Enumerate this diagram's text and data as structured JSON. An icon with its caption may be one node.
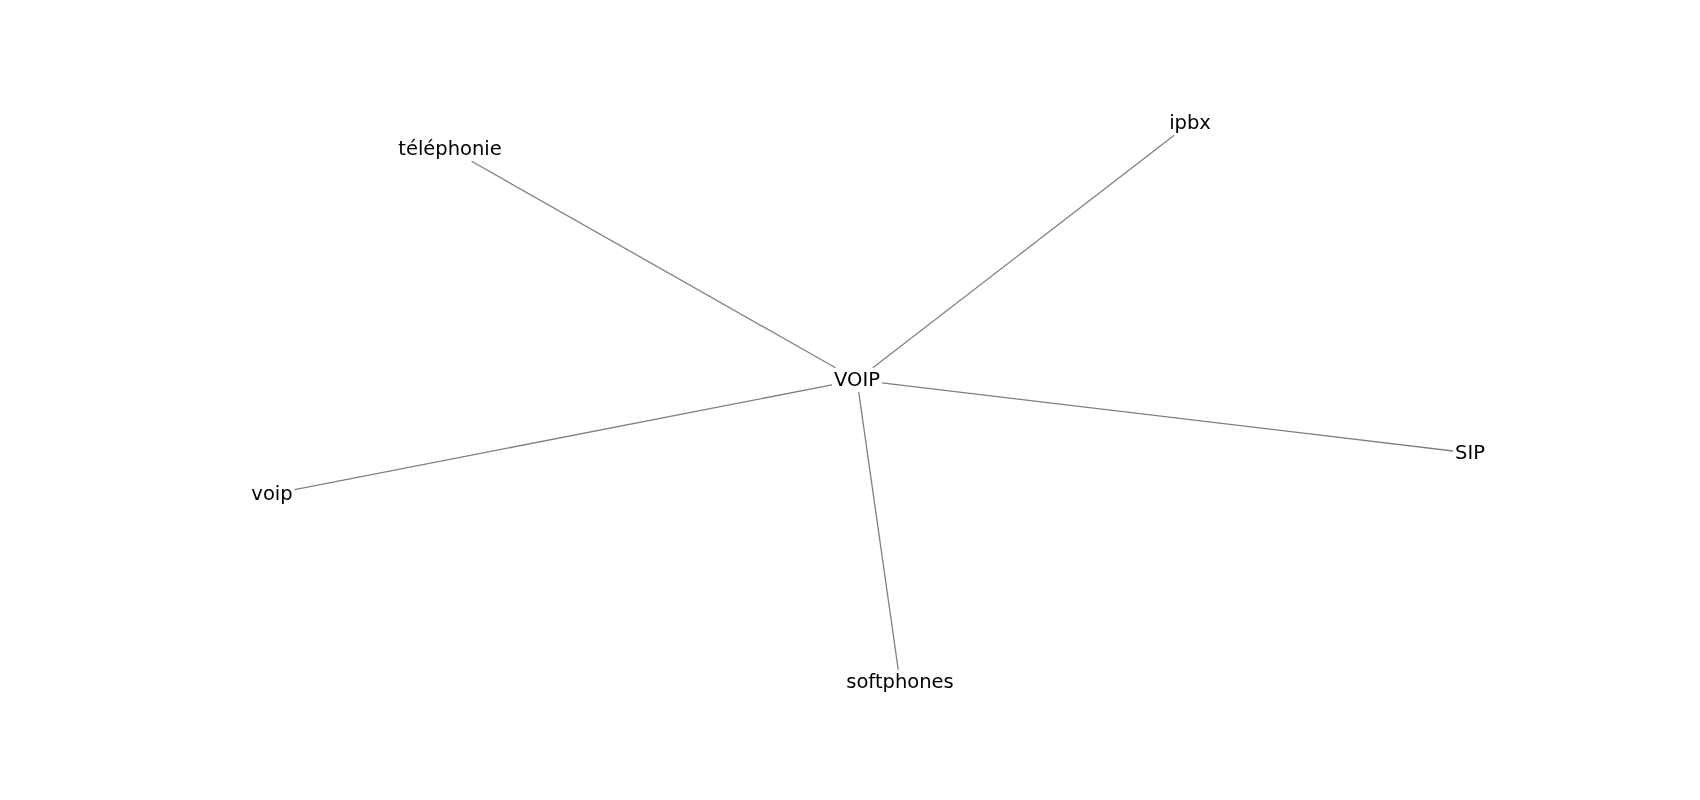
{
  "diagram": {
    "nodes": [
      {
        "text": [
          "téléphonie"
        ]
      },
      {
        "text": [
          "ipbx"
        ]
      },
      {
        "text": [
          "VOIP"
        ]
      },
      {
        "text": [
          "SIP"
        ]
      },
      {
        "text": [
          "voip"
        ]
      },
      {
        "text": [
          "softphones"
        ]
      }
    ],
    "edges": [
      {
        "from": 2,
        "to": 0,
        "arrow": "none"
      },
      {
        "from": 2,
        "to": 1,
        "arrow": "none"
      },
      {
        "from": 2,
        "to": 3,
        "arrow": "none"
      },
      {
        "from": 2,
        "to": 4,
        "arrow": "none"
      },
      {
        "from": 2,
        "to": 5,
        "arrow": "none"
      }
    ]
  }
}
